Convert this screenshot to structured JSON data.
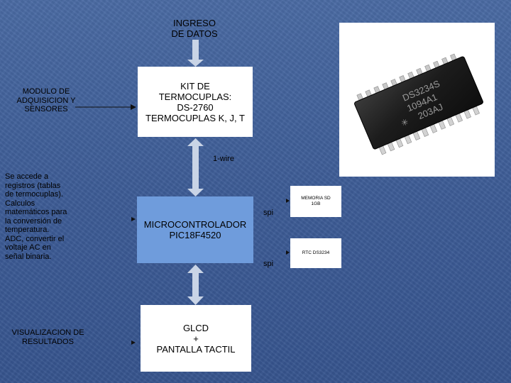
{
  "input_title": "INGRESO\nDE DATOS",
  "boxes": {
    "thermocouple_kit": "KIT DE\nTERMOCUPLAS:\nDS-2760\nTERMOCUPLAS K, J, T",
    "microcontroller": "MICROCONTROLADOR\nPIC18F4520",
    "glcd": "GLCD\n+\nPANTALLA TACTIL",
    "sd_memory": "MEMORIA SD\n1GB",
    "rtc": "RTC DS3234"
  },
  "labels": {
    "acquisition_module": "MODULO DE\nADQUISICION Y\nSENSORES",
    "processing_notes": "Se accede a\nregistros (tablas\nde termocuplas).\nCalculos\nmatemáticos para\nla conversión de\ntemperatura.\nADC, convertir el\nvoltaje AC en\nseñal binaria.",
    "results_display": "VISUALIZACION DE\nRESULTADOS",
    "one_wire": "1-wire",
    "spi_top": "spi",
    "spi_bottom": "spi"
  },
  "chip_marking": {
    "line1": "DS3234S",
    "line2": "1094A1",
    "line3": "203AJ"
  },
  "colors": {
    "background": "#3f5f99",
    "box": "#ffffff",
    "microcontroller_box": "#6f9cdc",
    "arrow": "#c9d4e6",
    "chip_body": "#1e1e1e",
    "chip_pins": "#c8c8c8"
  }
}
